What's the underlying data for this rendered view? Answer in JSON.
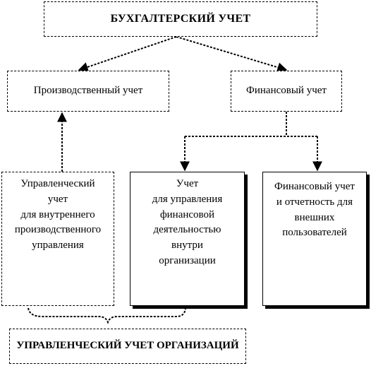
{
  "diagram": {
    "top": {
      "label": "БУХГАЛТЕРСКИЙ УЧЕТ"
    },
    "production": {
      "label": "Производственный учет"
    },
    "finance": {
      "label": "Финансовый учет"
    },
    "managerial": {
      "label": "Управленческий\nучет\nдля внутреннего\nпроизводственного\nуправления"
    },
    "internal_finance": {
      "label": "Учет\nдля управления\nфинансовой\nдеятельностью\nвнутри\nорганизации"
    },
    "external_finance": {
      "label": "Финансовый учет\nи отчетность для\nвнешних\nпользователей"
    },
    "bottom": {
      "label": "УПРАВЛЕНЧЕСКИЙ УЧЕТ ОРГАНИЗАЦИЙ"
    }
  }
}
